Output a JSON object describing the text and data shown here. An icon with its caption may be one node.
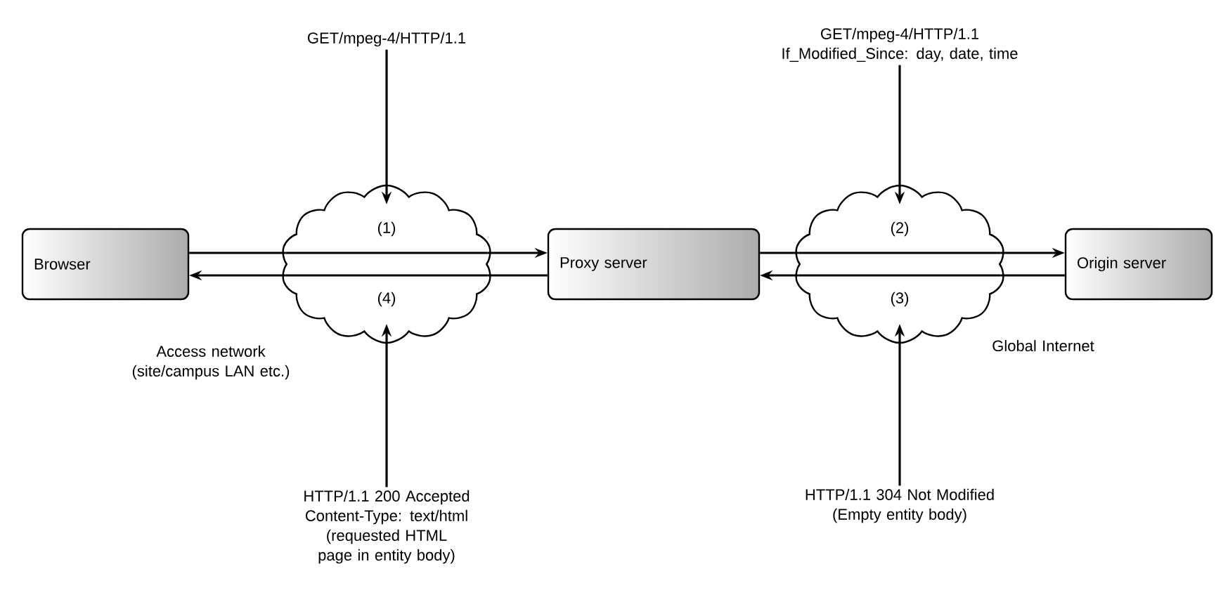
{
  "diagram": {
    "nodes": [
      {
        "text": [
          "Browser"
        ]
      },
      {
        "text": [
          "(1)",
          "(4)"
        ],
        "beside": [
          "Access network (site/campus LAN etc.)"
        ]
      },
      {
        "text": [
          "Proxy server"
        ]
      },
      {
        "text": [
          "(2)",
          "(3)"
        ],
        "beside": [
          "Global Internet"
        ]
      },
      {
        "text": [
          "Origin server"
        ]
      },
      {
        "text": [
          "GET/mpeg-4/HTTP/1.1"
        ]
      },
      {
        "text": [
          "HTTP/1.1 200 Accepted",
          "Content-Type: text/html",
          "(requested HTML page in entity body)"
        ]
      },
      {
        "text": [
          "GET/mpeg-4/HTTP/1.1",
          "If_Modified_Since: day, date, time"
        ]
      },
      {
        "text": [
          "HTTP/1.1 304 Not Modified",
          "(Empty entity body)"
        ]
      }
    ],
    "edges": [
      {
        "from": 0,
        "to": 1,
        "arrow": "none"
      },
      {
        "from": 1,
        "to": 2,
        "arrow": "to"
      },
      {
        "from": 2,
        "to": 1,
        "arrow": "none"
      },
      {
        "from": 1,
        "to": 0,
        "arrow": "to"
      },
      {
        "from": 2,
        "to": 3,
        "arrow": "none"
      },
      {
        "from": 3,
        "to": 4,
        "arrow": "to"
      },
      {
        "from": 4,
        "to": 3,
        "arrow": "none"
      },
      {
        "from": 3,
        "to": 2,
        "arrow": "to"
      },
      {
        "from": 5,
        "to": 1,
        "arrow": "to"
      },
      {
        "from": 6,
        "to": 1,
        "arrow": "to"
      },
      {
        "from": 7,
        "to": 3,
        "arrow": "to"
      },
      {
        "from": 8,
        "to": 3,
        "arrow": "to"
      }
    ]
  }
}
